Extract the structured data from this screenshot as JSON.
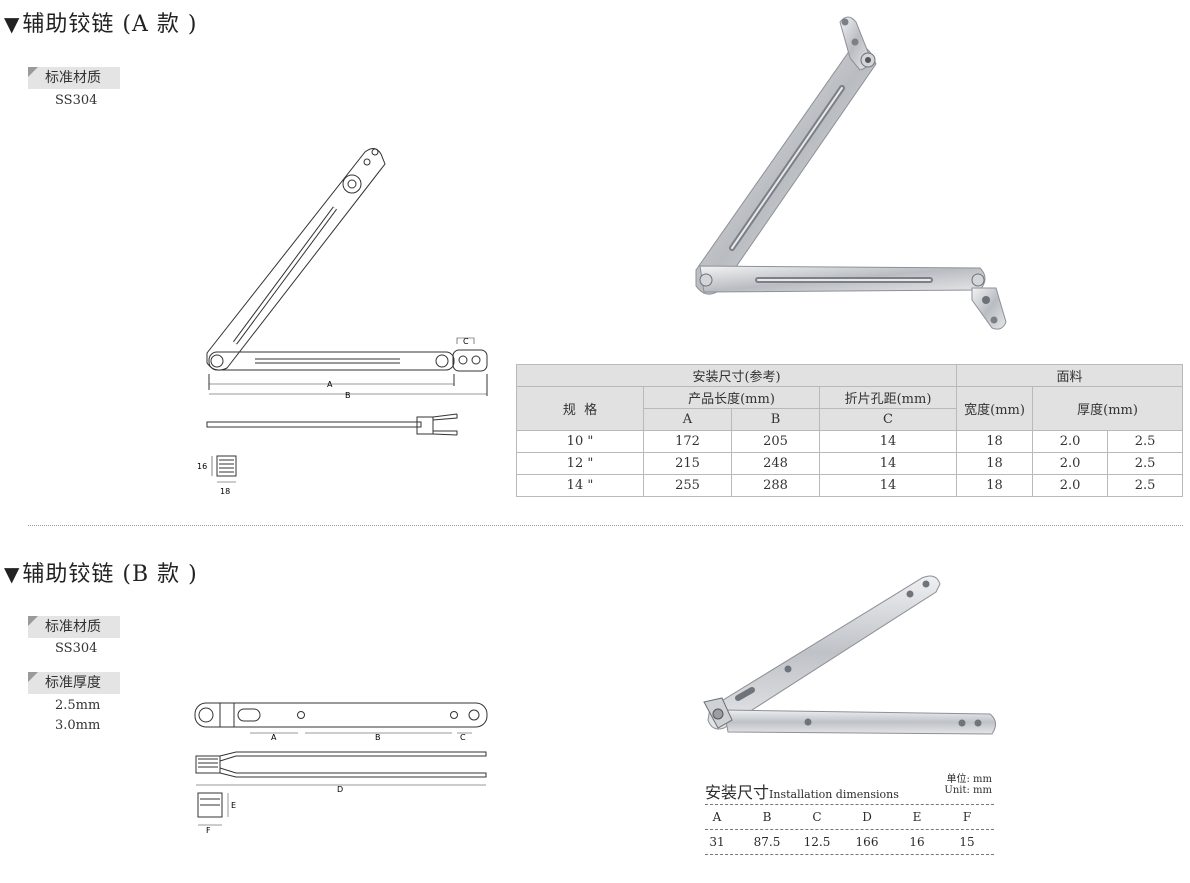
{
  "section_a": {
    "title_marker": "▼",
    "title": "辅助铰链 (A 款 )",
    "material_label": "标准材质",
    "material_value": "SS304",
    "drawing_labels": {
      "a": "A",
      "b": "B",
      "c": "C",
      "height": "16",
      "width": "18"
    },
    "table": {
      "group_install": "安装尺寸(参考)",
      "group_face": "面料",
      "col_spec": "规  格",
      "col_length": "产品长度(mm)",
      "col_hole": "折片孔距(mm)",
      "col_width": "宽度(mm)",
      "col_thickness": "厚度(mm)",
      "sub_a": "A",
      "sub_b": "B",
      "sub_c": "C",
      "rows": [
        [
          "10 \"",
          "172",
          "205",
          "14",
          "18",
          "2.0",
          "2.5"
        ],
        [
          "12 \"",
          "215",
          "248",
          "14",
          "18",
          "2.0",
          "2.5"
        ],
        [
          "14 \"",
          "255",
          "288",
          "14",
          "18",
          "2.0",
          "2.5"
        ]
      ]
    }
  },
  "section_b": {
    "title_marker": "▼",
    "title": "辅助铰链 (B 款 )",
    "material_label": "标准材质",
    "material_value": "SS304",
    "thickness_label": "标准厚度",
    "thickness_values": [
      "2.5mm",
      "3.0mm"
    ],
    "drawing_labels": {
      "a": "A",
      "b": "B",
      "c": "C",
      "d": "D",
      "e": "E",
      "f": "F"
    },
    "install": {
      "title_cn": "安装尺寸",
      "title_en": "Installation dimensions",
      "unit_cn": "单位: mm",
      "unit_en": "Unit: mm",
      "headers": [
        "A",
        "B",
        "C",
        "D",
        "E",
        "F"
      ],
      "values": [
        "31",
        "87.5",
        "12.5",
        "166",
        "16",
        "15"
      ]
    }
  },
  "colors": {
    "tag_bg": "#e4e4e4",
    "table_header_bg": "#e1e1e1",
    "steel": "#c9ccd0"
  }
}
